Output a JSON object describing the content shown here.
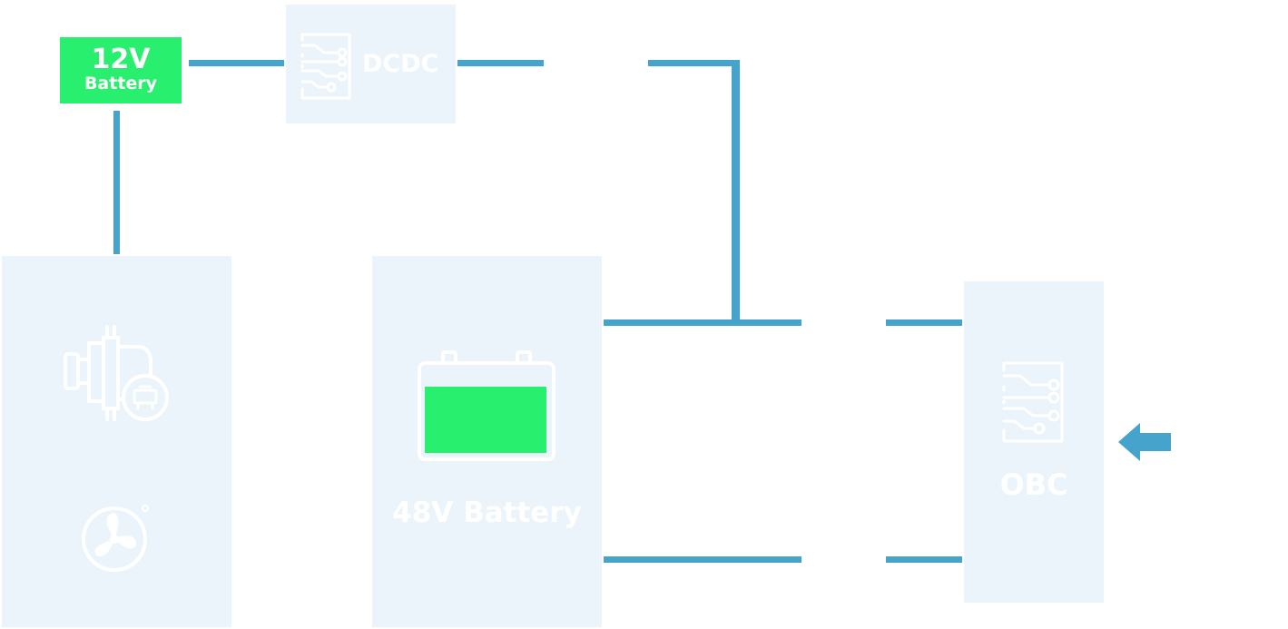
{
  "battery_12v": {
    "line1": "12V",
    "line2": "Battery"
  },
  "dcdc": {
    "label": "DCDC",
    "icon": "circuit-chip-icon"
  },
  "battery_48v": {
    "label": "48V Battery",
    "icon": "battery-icon",
    "charge_level": 0.85
  },
  "obc": {
    "label": "OBC",
    "icon": "circuit-chip-icon"
  },
  "motor_module": {
    "icons": [
      "alternator-motor-icon",
      "fan-icon"
    ]
  },
  "arrow": {
    "icon": "arrow-left-icon",
    "direction": "left"
  },
  "colors": {
    "wire": "#46a3cb",
    "box": "#ebf4fa",
    "accent_green": "#29ef6f",
    "arrow": "#46a3cb",
    "label_text": "#ffffff"
  }
}
